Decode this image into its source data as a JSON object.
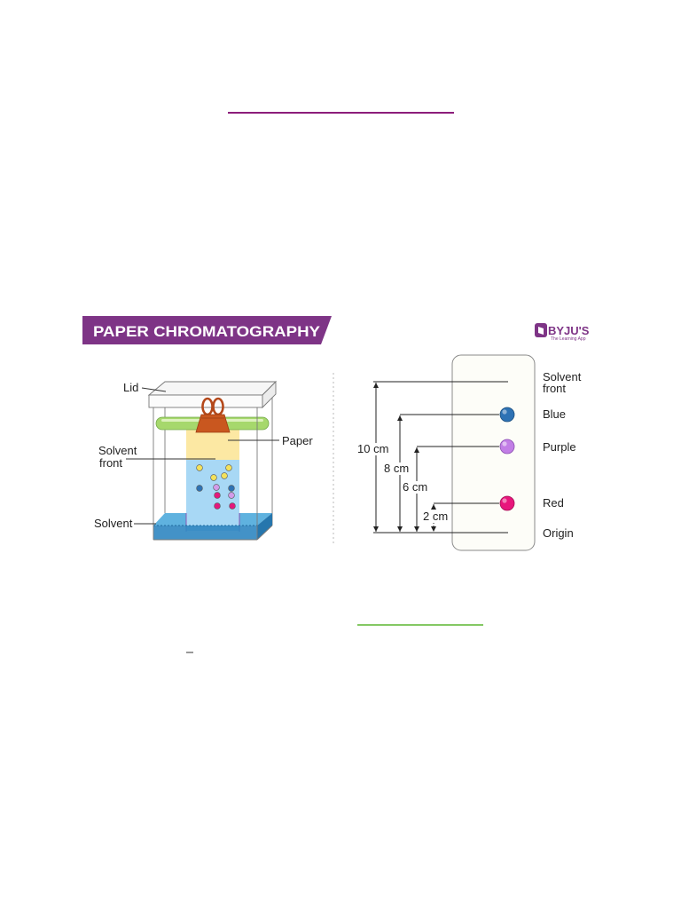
{
  "page": {
    "link_underline_colors": {
      "top": "#8c1d7b",
      "bottom": "#5cb531",
      "small": "#333333"
    }
  },
  "figure": {
    "banner": {
      "title": "PAPER CHROMATOGRAPHY",
      "color": "#7e3486"
    },
    "logo": {
      "icon": "byjus-logo-icon",
      "brand": "BYJU'S",
      "tagline": "The Learning App",
      "color": "#7e3486"
    },
    "apparatus": {
      "lid_label": "Lid",
      "paper_label": "Paper",
      "solvent_front_label": [
        "Solvent",
        "front"
      ],
      "solvent_label": "Solvent",
      "colors": {
        "rod": "#a6d86c",
        "clip": "#c9571f",
        "paper_dry": "#fce8a3",
        "paper_wet": "#a8d8f5",
        "solvent": "#2f86c1",
        "spot_yellow": "#f3e15c",
        "spot_blue": "#2e72b4",
        "spot_lilac": "#d39be9",
        "spot_magenta": "#e3187c"
      }
    },
    "strip": {
      "solvent_front_label": [
        "Solvent",
        "front"
      ],
      "solvent_front_distance": "10 cm",
      "origin_label": "Origin",
      "spots": [
        {
          "label": "Blue",
          "distance": "8 cm",
          "color": "#2e72b4"
        },
        {
          "label": "Purple",
          "distance": "6 cm",
          "color": "#c27ee6"
        },
        {
          "label": "Red",
          "distance": "2 cm",
          "color": "#e8167c"
        }
      ]
    }
  }
}
